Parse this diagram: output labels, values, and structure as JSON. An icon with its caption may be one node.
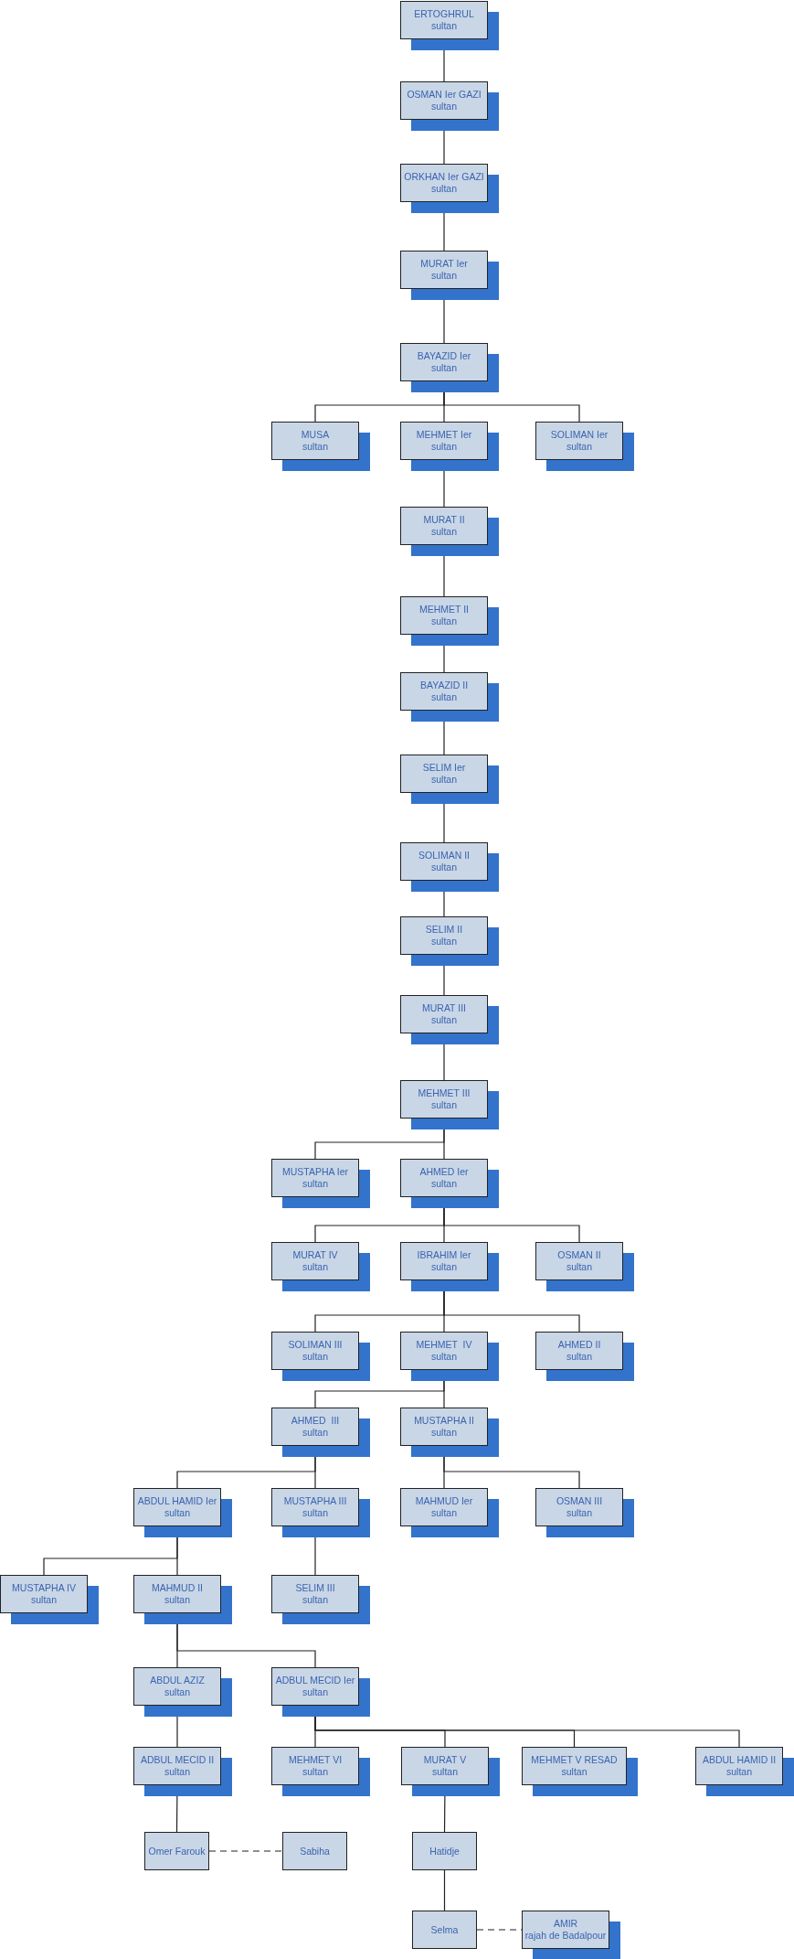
{
  "diagram": {
    "nodes": [
      {
        "text": [
          "ERTOGHRUL",
          "sultan"
        ]
      },
      {
        "text": [
          "OSMAN Ier GAZI",
          "sultan"
        ]
      },
      {
        "text": [
          "ORKHAN Ier GAZI",
          "sultan"
        ]
      },
      {
        "text": [
          "MURAT Ier",
          "sultan"
        ]
      },
      {
        "text": [
          "BAYAZID Ier",
          "sultan"
        ]
      },
      {
        "text": [
          "MUSA",
          "sultan"
        ]
      },
      {
        "text": [
          "MEHMET Ier",
          "sultan"
        ]
      },
      {
        "text": [
          "SOLIMAN Ier",
          "sultan"
        ]
      },
      {
        "text": [
          "MURAT II",
          "sultan"
        ]
      },
      {
        "text": [
          "MEHMET II",
          "sultan"
        ]
      },
      {
        "text": [
          "BAYAZID II",
          "sultan"
        ]
      },
      {
        "text": [
          "SELIM Ier",
          "sultan"
        ]
      },
      {
        "text": [
          "SOLIMAN II",
          "sultan"
        ]
      },
      {
        "text": [
          "SELIM II",
          "sultan"
        ]
      },
      {
        "text": [
          "MURAT III",
          "sultan"
        ]
      },
      {
        "text": [
          "MEHMET III",
          "sultan"
        ]
      },
      {
        "text": [
          "MUSTAPHA Ier",
          "sultan"
        ]
      },
      {
        "text": [
          "AHMED Ier",
          "sultan"
        ]
      },
      {
        "text": [
          "MURAT IV",
          "sultan"
        ]
      },
      {
        "text": [
          "IBRAHIM Ier",
          "sultan"
        ]
      },
      {
        "text": [
          "OSMAN II",
          "sultan"
        ]
      },
      {
        "text": [
          "SOLIMAN III",
          "sultan"
        ]
      },
      {
        "text": [
          "MEHMET  IV",
          "sultan"
        ]
      },
      {
        "text": [
          "AHMED II",
          "sultan"
        ]
      },
      {
        "text": [
          "AHMED  III",
          "sultan"
        ]
      },
      {
        "text": [
          "MUSTAPHA II",
          "sultan"
        ]
      },
      {
        "text": [
          "ABDUL HAMID Ier",
          "sultan"
        ]
      },
      {
        "text": [
          "MUSTAPHA III",
          "sultan"
        ]
      },
      {
        "text": [
          "MAHMUD Ier",
          "sultan"
        ]
      },
      {
        "text": [
          "OSMAN III",
          "sultan"
        ]
      },
      {
        "text": [
          "MUSTAPHA IV",
          "sultan"
        ]
      },
      {
        "text": [
          "MAHMUD II",
          "sultan"
        ]
      },
      {
        "text": [
          "SELIM III",
          "sultan"
        ]
      },
      {
        "text": [
          "ABDUL AZIZ",
          "sultan"
        ]
      },
      {
        "text": [
          "ADBUL MECID Ier",
          "sultan"
        ]
      },
      {
        "text": [
          "ADBUL MECID II",
          "sultan"
        ]
      },
      {
        "text": [
          "MEHMET VI",
          "sultan"
        ]
      },
      {
        "text": [
          "MURAT V",
          "sultan"
        ]
      },
      {
        "text": [
          "MEHMET V RESAD",
          "sultan"
        ]
      },
      {
        "text": [
          "ABDUL HAMID II",
          "sultan"
        ]
      },
      {
        "text": [
          "Omer Farouk"
        ]
      },
      {
        "text": [
          "Sabiha"
        ]
      },
      {
        "text": [
          "Hatidje"
        ]
      },
      {
        "text": [
          "Selma"
        ]
      },
      {
        "text": [
          "AMIR",
          "rajah de Badalpour"
        ]
      }
    ],
    "edges": [
      {
        "from": 0,
        "to": 1,
        "arrow": "none"
      },
      {
        "from": 1,
        "to": 2,
        "arrow": "none"
      },
      {
        "from": 2,
        "to": 3,
        "arrow": "none"
      },
      {
        "from": 3,
        "to": 4,
        "arrow": "none"
      },
      {
        "from": 4,
        "to": 5,
        "arrow": "none"
      },
      {
        "from": 4,
        "to": 6,
        "arrow": "none"
      },
      {
        "from": 4,
        "to": 7,
        "arrow": "none"
      },
      {
        "from": 6,
        "to": 8,
        "arrow": "none"
      },
      {
        "from": 8,
        "to": 9,
        "arrow": "none"
      },
      {
        "from": 9,
        "to": 10,
        "arrow": "none"
      },
      {
        "from": 10,
        "to": 11,
        "arrow": "none"
      },
      {
        "from": 11,
        "to": 12,
        "arrow": "none"
      },
      {
        "from": 12,
        "to": 13,
        "arrow": "none"
      },
      {
        "from": 13,
        "to": 14,
        "arrow": "none"
      },
      {
        "from": 14,
        "to": 15,
        "arrow": "none"
      },
      {
        "from": 15,
        "to": 16,
        "arrow": "none"
      },
      {
        "from": 15,
        "to": 17,
        "arrow": "none"
      },
      {
        "from": 17,
        "to": 18,
        "arrow": "none"
      },
      {
        "from": 17,
        "to": 19,
        "arrow": "none"
      },
      {
        "from": 17,
        "to": 20,
        "arrow": "none"
      },
      {
        "from": 19,
        "to": 21,
        "arrow": "none"
      },
      {
        "from": 19,
        "to": 22,
        "arrow": "none"
      },
      {
        "from": 19,
        "to": 23,
        "arrow": "none"
      },
      {
        "from": 22,
        "to": 24,
        "arrow": "none"
      },
      {
        "from": 22,
        "to": 25,
        "arrow": "none"
      },
      {
        "from": 24,
        "to": 26,
        "arrow": "none"
      },
      {
        "from": 24,
        "to": 27,
        "arrow": "none"
      },
      {
        "from": 25,
        "to": 28,
        "arrow": "none"
      },
      {
        "from": 25,
        "to": 29,
        "arrow": "none"
      },
      {
        "from": 26,
        "to": 30,
        "arrow": "none"
      },
      {
        "from": 26,
        "to": 31,
        "arrow": "none"
      },
      {
        "from": 27,
        "to": 32,
        "arrow": "none"
      },
      {
        "from": 31,
        "to": 33,
        "arrow": "none"
      },
      {
        "from": 31,
        "to": 34,
        "arrow": "none"
      },
      {
        "from": 33,
        "to": 35,
        "arrow": "none"
      },
      {
        "from": 34,
        "to": 36,
        "arrow": "none"
      },
      {
        "from": 34,
        "to": 37,
        "arrow": "none"
      },
      {
        "from": 34,
        "to": 38,
        "arrow": "none"
      },
      {
        "from": 34,
        "to": 39,
        "arrow": "none"
      },
      {
        "from": 35,
        "to": 40,
        "arrow": "none"
      },
      {
        "from": 40,
        "to": 41,
        "arrow": "none",
        "style": "dashed"
      },
      {
        "from": 37,
        "to": 42,
        "arrow": "none"
      },
      {
        "from": 42,
        "to": 43,
        "arrow": "none"
      },
      {
        "from": 43,
        "to": 44,
        "arrow": "none",
        "style": "dashed"
      }
    ]
  }
}
